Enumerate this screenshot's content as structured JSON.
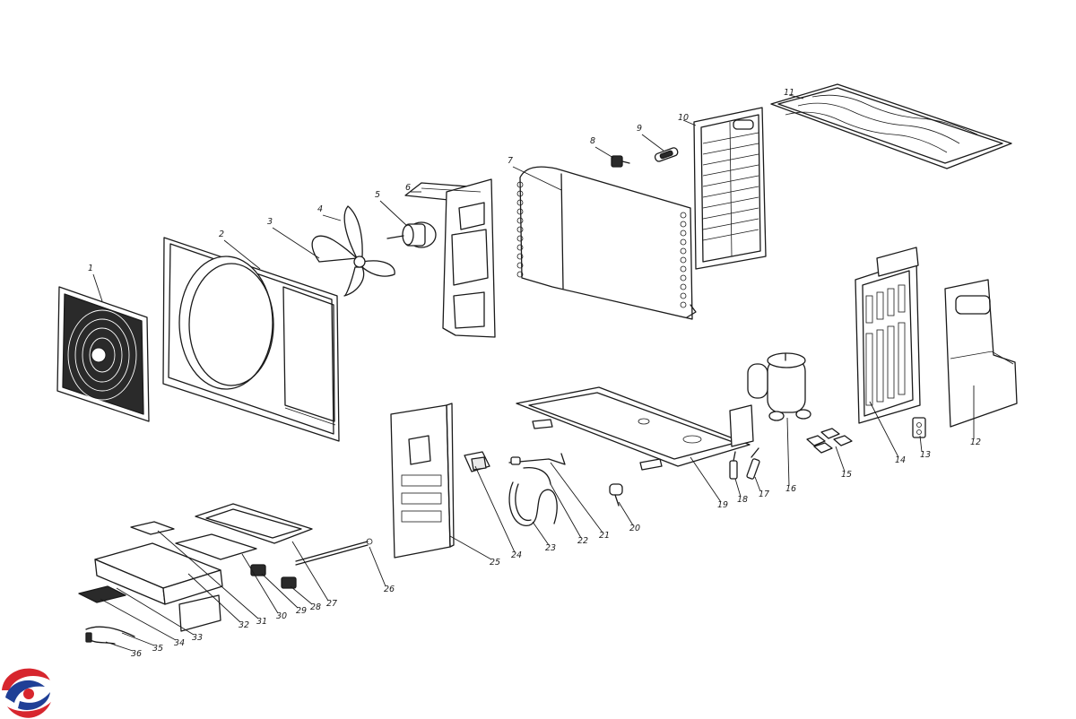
{
  "callouts": [
    {
      "n": "1"
    },
    {
      "n": "2"
    },
    {
      "n": "3"
    },
    {
      "n": "4"
    },
    {
      "n": "5"
    },
    {
      "n": "6"
    },
    {
      "n": "7"
    },
    {
      "n": "8"
    },
    {
      "n": "9"
    },
    {
      "n": "10"
    },
    {
      "n": "11"
    },
    {
      "n": "12"
    },
    {
      "n": "13"
    },
    {
      "n": "14"
    },
    {
      "n": "15"
    },
    {
      "n": "16"
    },
    {
      "n": "17"
    },
    {
      "n": "18"
    },
    {
      "n": "19"
    },
    {
      "n": "20"
    },
    {
      "n": "21"
    },
    {
      "n": "22"
    },
    {
      "n": "23"
    },
    {
      "n": "24"
    },
    {
      "n": "25"
    },
    {
      "n": "26"
    },
    {
      "n": "27"
    },
    {
      "n": "28"
    },
    {
      "n": "29"
    },
    {
      "n": "30"
    },
    {
      "n": "31"
    },
    {
      "n": "32"
    },
    {
      "n": "33"
    },
    {
      "n": "34"
    },
    {
      "n": "35"
    },
    {
      "n": "36"
    }
  ],
  "colors": {
    "line": "#1a1a1a",
    "logo_red": "#d7262e",
    "logo_blue": "#1f3f96"
  },
  "logo": {
    "icon": "brand-swirl-logo"
  }
}
